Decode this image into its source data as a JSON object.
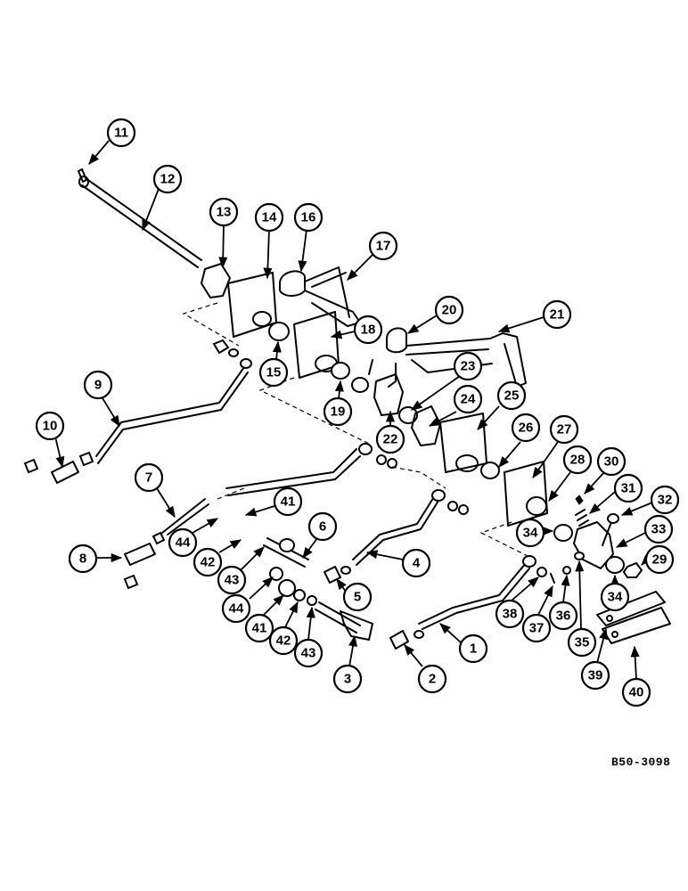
{
  "diagram": {
    "reference_code": "B50-3098",
    "callouts": [
      "1",
      "2",
      "3",
      "4",
      "5",
      "6",
      "7",
      "8",
      "9",
      "10",
      "11",
      "12",
      "13",
      "14",
      "15",
      "16",
      "17",
      "18",
      "19",
      "20",
      "21",
      "22",
      "23",
      "24",
      "25",
      "26",
      "27",
      "28",
      "29",
      "30",
      "31",
      "32",
      "33",
      "34",
      "34",
      "35",
      "36",
      "37",
      "38",
      "39",
      "40",
      "41",
      "41",
      "42",
      "42",
      "43",
      "43",
      "44",
      "44"
    ]
  }
}
